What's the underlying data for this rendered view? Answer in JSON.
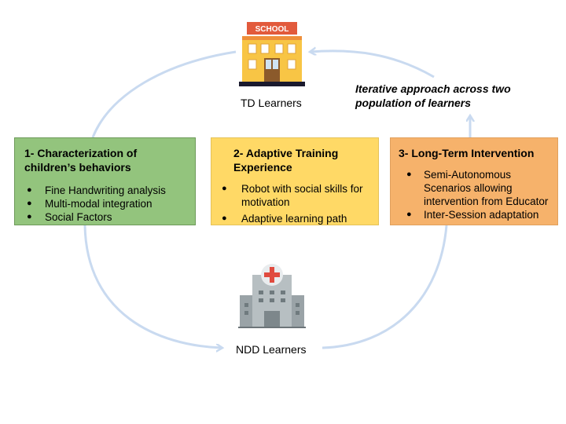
{
  "colors": {
    "arrow": "#c9daf0",
    "box1": "#93c47d",
    "box2": "#ffd966",
    "box3": "#f6b26b"
  },
  "icons": {
    "top": "school-building-icon",
    "bottom": "hospital-building-icon"
  },
  "school_sign": "SCHOOL",
  "td_label": "TD Learners",
  "ndd_label": "NDD Learners",
  "iterative_note": "Iterative approach across two population of learners",
  "boxes": [
    {
      "title": "1- Characterization of children’s behaviors",
      "items": [
        "Fine Handwriting analysis",
        "Multi-modal integration",
        "Social Factors"
      ]
    },
    {
      "title": "2- Adaptive Training Experience",
      "items": [
        "Robot with social skills for motivation",
        "Adaptive learning path"
      ]
    },
    {
      "title": "3- Long-Term Intervention",
      "items": [
        "Semi-Autonomous Scenarios allowing intervention from Educator",
        "Inter-Session adaptation"
      ]
    }
  ]
}
